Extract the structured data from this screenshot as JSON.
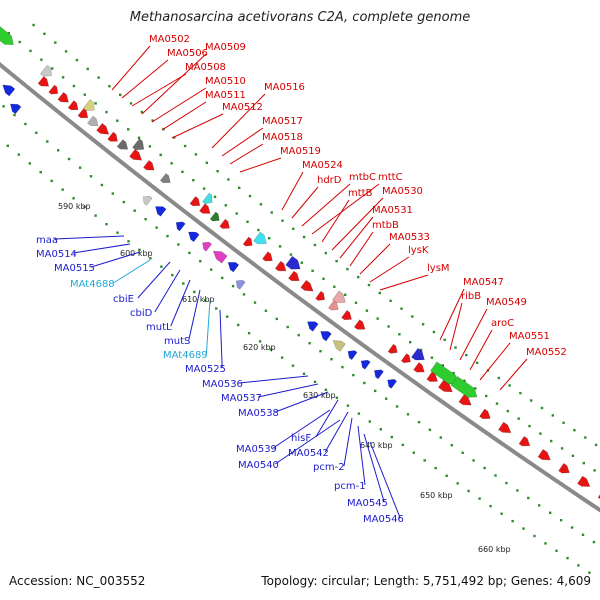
{
  "title": "Methanosarcina acetivorans C2A, complete genome",
  "footer": {
    "accession": "Accession: NC_003552",
    "summary": "Topology: circular; Length: 5,751,492 bp; Genes: 4,609"
  },
  "colors": {
    "forward_label": "#d40000",
    "reverse_label": "#1c1ccc",
    "rna_label": "#22a8d8",
    "backbone": "#8a8a8a",
    "tick": "#2e8b2e"
  },
  "scale_labels": [
    "590 kbp",
    "600 kbp",
    "610 kbp",
    "620 kbp",
    "630 kbp",
    "640 kbp",
    "650 kbp",
    "660 kbp"
  ],
  "forward_labels": [
    "MA0502",
    "MA0506",
    "MA0508",
    "MA0509",
    "MA0510",
    "MA0511",
    "MA0512",
    "MA0516",
    "MA0517",
    "MA0518",
    "MA0519",
    "MA0524",
    "hdrD",
    "mtbC",
    "mttC",
    "mttB",
    "MA0530",
    "MA0531",
    "mtbB",
    "MA0533",
    "lysK",
    "lysM",
    "MA0547",
    "ribB",
    "MA0549",
    "aroC",
    "MA0551",
    "MA0552"
  ],
  "reverse_labels": [
    "maa",
    "MA0514",
    "MA0515",
    "MAt4688",
    "cbiE",
    "cbiD",
    "mutL",
    "mutS",
    "MAt4689",
    "MA0525",
    "MA0536",
    "MA0537",
    "MA0538",
    "MA0539",
    "hisF",
    "MA0540",
    "MA0542",
    "pcm-2",
    "pcm-1",
    "MA0545",
    "MA0546"
  ],
  "rna_labels": [
    "MAt4688",
    "MAt4689"
  ]
}
